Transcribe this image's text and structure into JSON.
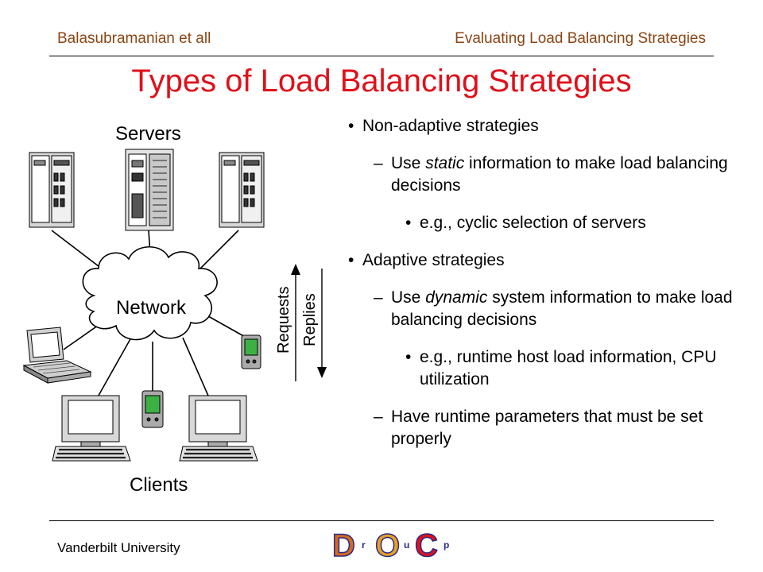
{
  "header": {
    "author": "Balasubramanian et all",
    "topic": "Evaluating Load Balancing Strategies"
  },
  "slide": {
    "title": "Types of Load Balancing Strategies"
  },
  "diagram": {
    "servers_label": "Servers",
    "network_label": "Network",
    "clients_label": "Clients",
    "requests_label": "Requests",
    "replies_label": "Replies"
  },
  "bullets": {
    "nonadaptive": "Non-adaptive strategies",
    "static_pre": "Use ",
    "static_em": "static",
    "static_post": " information to make load balancing decisions",
    "static_example": "e.g., cyclic selection of servers",
    "adaptive": "Adaptive strategies",
    "dynamic_pre": "Use ",
    "dynamic_em": "dynamic",
    "dynamic_post": " system information to make load balancing decisions",
    "dynamic_example": "e.g., runtime host load information, CPU utilization",
    "params": "Have runtime parameters that must be set properly",
    "dash": "–"
  },
  "footer": {
    "institution": "Vanderbilt University"
  },
  "logo": {
    "letters": [
      "D",
      "r",
      "O",
      "u",
      "C",
      "p"
    ],
    "colors": [
      "#d2691e",
      "#e8a020",
      "#e0101a",
      "#2a2a8a"
    ]
  }
}
